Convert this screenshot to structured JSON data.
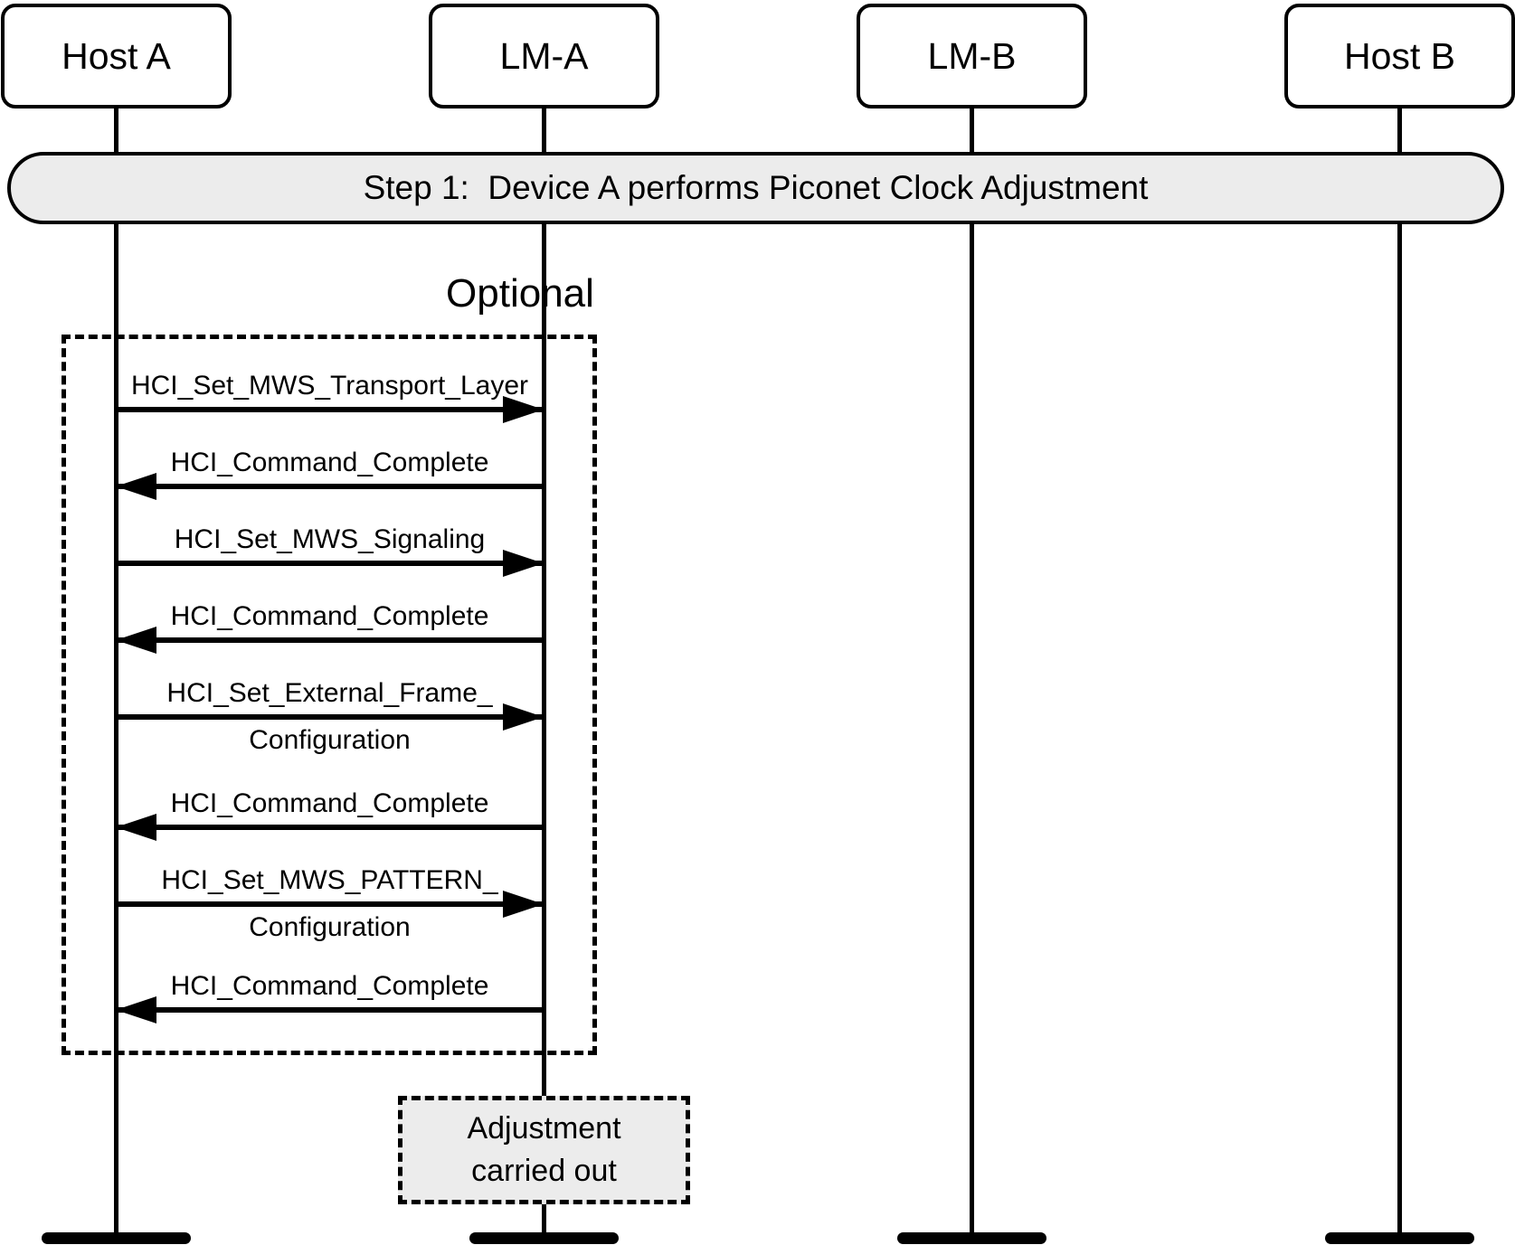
{
  "actors": [
    {
      "label": "Host A"
    },
    {
      "label": "LM-A"
    },
    {
      "label": "LM-B"
    },
    {
      "label": "Host B"
    }
  ],
  "banner": {
    "text": "Step 1:  Device A performs Piconet Clock Adjustment"
  },
  "optional_group": {
    "label": "Optional"
  },
  "messages": [
    {
      "label": "HCI_Set_MWS_Transport_Layer",
      "from": "Host A",
      "to": "LM-A",
      "direction": "right"
    },
    {
      "label": "HCI_Command_Complete",
      "from": "LM-A",
      "to": "Host A",
      "direction": "left"
    },
    {
      "label": "HCI_Set_MWS_Signaling",
      "from": "Host A",
      "to": "LM-A",
      "direction": "right"
    },
    {
      "label": "HCI_Command_Complete",
      "from": "LM-A",
      "to": "Host A",
      "direction": "left"
    },
    {
      "label": "HCI_Set_External_Frame_",
      "label_line2": "Configuration",
      "from": "Host A",
      "to": "LM-A",
      "direction": "right"
    },
    {
      "label": "HCI_Command_Complete",
      "from": "LM-A",
      "to": "Host A",
      "direction": "left"
    },
    {
      "label": "HCI_Set_MWS_PATTERN_",
      "label_line2": "Configuration",
      "from": "Host A",
      "to": "LM-A",
      "direction": "right"
    },
    {
      "label": "HCI_Command_Complete",
      "from": "LM-A",
      "to": "Host A",
      "direction": "left"
    }
  ],
  "note": {
    "lines": [
      "Adjustment",
      "carried out"
    ]
  },
  "colors": {
    "stroke": "#000000",
    "banner_fill": "#ececec",
    "note_fill": "#ececec",
    "background": "#ffffff"
  }
}
